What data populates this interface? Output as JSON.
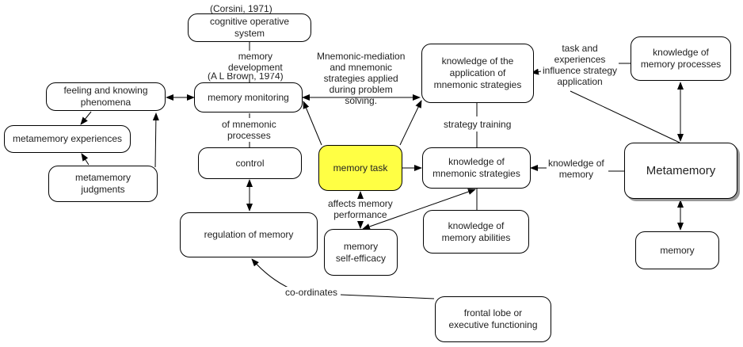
{
  "nodes": {
    "cognitive_operative_system": "cognitive operative system",
    "cognitive_operative_system_line2": "system",
    "cognitive_operative_system_line1": "cognitive operative",
    "feeling_knowing_l1": "feeling and knowing",
    "feeling_knowing_l2": "phenomena",
    "memory_monitoring": "memory monitoring",
    "metamemory_experiences": "metamemory experiences",
    "metamemory_judgments_l1": "metamemory",
    "metamemory_judgments_l2": "judgments",
    "control": "control",
    "regulation_of_memory": "regulation of memory",
    "memory_task": "memory task",
    "memory_self_efficacy_l1": "memory",
    "memory_self_efficacy_l2": "self-efficacy",
    "knowledge_application_l1": "knowledge of the",
    "knowledge_application_l2": "application of",
    "knowledge_application_l3": "mnemonic strategies",
    "knowledge_mnemonic_l1": "knowledge of",
    "knowledge_mnemonic_l2": "mnemonic strategies",
    "knowledge_abilities_l1": "knowledge of",
    "knowledge_abilities_l2": "memory abilities",
    "knowledge_processes_l1": "knowledge of",
    "knowledge_processes_l2": "memory processes",
    "metamemory": "Metamemory",
    "memory": "memory",
    "frontal_lobe_l1": "frontal lobe or",
    "frontal_lobe_l2": "executive functioning"
  },
  "annotations": {
    "corsini": "(Corsini, 1971)",
    "brown": "(A L Brown, 1974)"
  },
  "links": {
    "memory_development_l1": "memory",
    "memory_development_l2": "development",
    "mnemonic_mediation_l1": "Mnemonic-mediation",
    "mnemonic_mediation_l2": "and mnemonic",
    "mnemonic_mediation_l3": "strategies applied",
    "mnemonic_mediation_l4": "during problem",
    "mnemonic_mediation_l5": "solving.",
    "of_mnemonic_l1": "of mnemonic",
    "of_mnemonic_l2": "processes",
    "strategy_training": "strategy training",
    "task_experiences_l1": "task and",
    "task_experiences_l2": "experiences",
    "task_experiences_l3": "influence strategy",
    "task_experiences_l4": "application",
    "knowledge_of_memory_l1": "knowledge of",
    "knowledge_of_memory_l2": "memory",
    "affects_l1": "affects memory",
    "affects_l2": "performance",
    "co_ordinates": "co-ordinates"
  },
  "colors": {
    "focus_fill": "#ffff44",
    "line": "#000000"
  }
}
